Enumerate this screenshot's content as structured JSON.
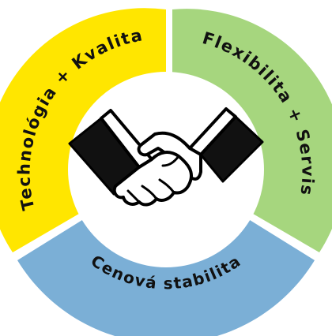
{
  "segments": [
    {
      "id": "left",
      "label": "Technológia + Kvalita",
      "color": "#FFE600"
    },
    {
      "id": "right",
      "label": "Flexibilita + Servis",
      "color": "#A6D67E"
    },
    {
      "id": "bottom",
      "label": "Cenová stabilita",
      "color": "#7BAFD6"
    }
  ],
  "center": {
    "icon": "handshake-icon"
  }
}
